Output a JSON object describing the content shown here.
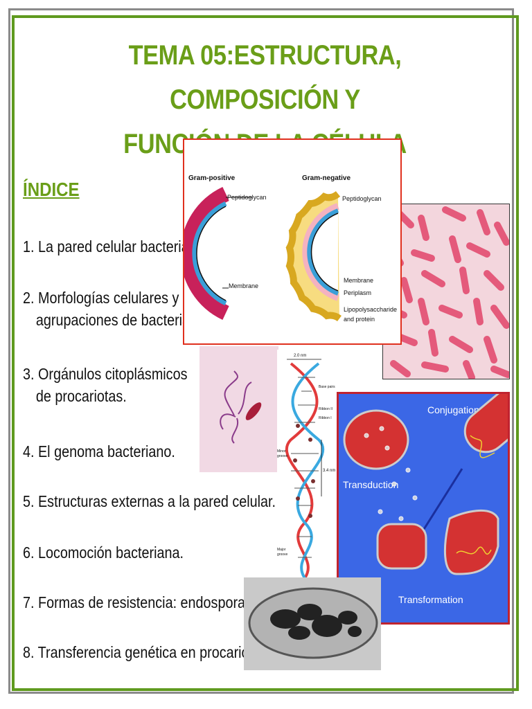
{
  "title": {
    "line1": "TEMA 05:ESTRUCTURA, COMPOSICIÓN Y",
    "line2": "FUNCIÓN DE LA CÉLULA PROCARIOTA"
  },
  "index": {
    "heading": "ÍNDICE",
    "items": [
      {
        "line1": "1. La pared celular bacteriana.",
        "line2": ""
      },
      {
        "line1": "2. Morfologías celulares y",
        "line2": "agrupaciones de bacterias."
      },
      {
        "line1": "3. Orgánulos citoplásmicos",
        "line2": "de procariotas."
      },
      {
        "line1": "4. El genoma bacteriano.",
        "line2": ""
      },
      {
        "line1": "5. Estructuras externas a la pared celular.",
        "line2": ""
      },
      {
        "line1": "6. Locomoción bacteriana.",
        "line2": ""
      },
      {
        "line1": "7. Formas de resistencia: endosporas.",
        "line2": ""
      },
      {
        "line1": "8. Transferencia genética en procariotas",
        "line2": ""
      }
    ]
  },
  "gram_figure": {
    "positive_title": "Gram-positive",
    "negative_title": "Gram-negative",
    "pos_peptidoglycan": "Peptidoglycan",
    "pos_membrane": "Membrane",
    "neg_peptidoglycan": "Peptidoglycan",
    "neg_membrane": "Membrane",
    "neg_periplasm": "Periplasm",
    "neg_lps_1": "Lipopolysaccharide",
    "neg_lps_2": "and protein"
  },
  "dna_figure": {
    "top_dim": "2.0 nm",
    "base_pairs": "Base pairs",
    "ribbon2": "Ribbon II",
    "ribbon1": "Ribbon I",
    "minor_1": "Minor",
    "minor_2": "groove",
    "pitch": "3.4 nm",
    "major_1": "Major",
    "major_2": "groove"
  },
  "transfer_figure": {
    "conjugation": "Conjugation",
    "transduction": "Transduction",
    "transformation": "Transformation"
  },
  "colors": {
    "title_green": "#6a9e18",
    "frame_green": "#5f9a1f",
    "gram_border": "#e0301e",
    "transfer_bg": "#3b67e6"
  }
}
